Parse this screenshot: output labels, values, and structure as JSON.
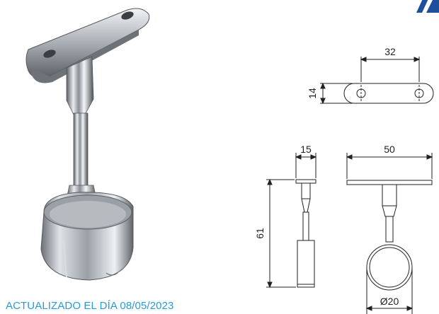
{
  "brand": {
    "logo_color": "#1e4f9c"
  },
  "footer": {
    "updated_text": "ACTUALIZADO EL DÍA 08/05/2023",
    "color": "#2a9ad6"
  },
  "top_view": {
    "hole_spacing": "32",
    "width": "14"
  },
  "side_view": {
    "width": "15",
    "height": "61"
  },
  "front_view": {
    "plate_length": "50",
    "ring_diameter": "Ø20"
  }
}
